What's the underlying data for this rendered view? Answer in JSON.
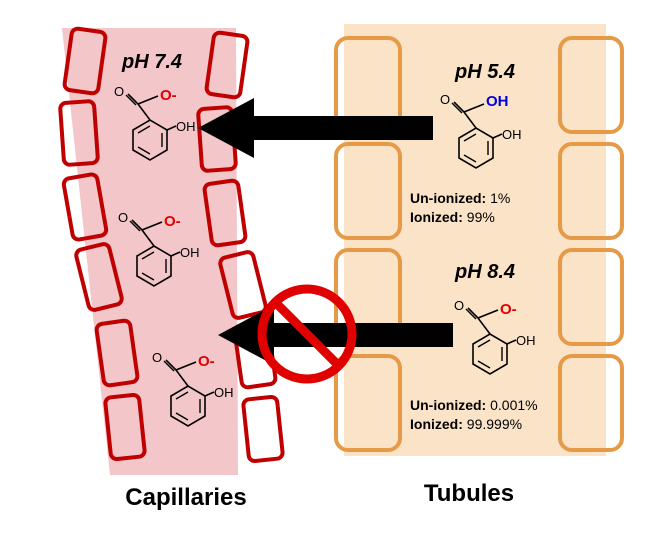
{
  "colors": {
    "capillary_fill": "#f3c6ca",
    "capillary_cell": "#c00000",
    "tubule_fill": "#fbe3c8",
    "tubule_cell": "#e69a48",
    "ion_red": "#e00000",
    "acid_blue": "#0000e0",
    "arrow": "#000000",
    "block_sign": "#e00000"
  },
  "capillaries": {
    "ph_label": "pH 7.4",
    "caption": "Capillaries",
    "molecules": [
      {
        "carboxyl": "O",
        "charge_label": "O-",
        "hydroxyl": "OH"
      },
      {
        "carboxyl": "O",
        "charge_label": "O-",
        "hydroxyl": "OH"
      },
      {
        "carboxyl": "O",
        "charge_label": "O-",
        "hydroxyl": "OH"
      }
    ]
  },
  "tubules": {
    "caption": "Tubules",
    "compartments": [
      {
        "ph_label": "pH 5.4",
        "molecule": {
          "carboxyl": "O",
          "acid_label": "OH",
          "hydroxyl": "OH"
        },
        "unionized_label": "Un-ionized:",
        "unionized_value": " 1%",
        "ionized_label": "Ionized:",
        "ionized_value": " 99%"
      },
      {
        "ph_label": "pH 8.4",
        "molecule": {
          "carboxyl": "O",
          "charge_label": "O-",
          "hydroxyl": "OH"
        },
        "unionized_label": "Un-ionized:",
        "unionized_value": " 0.001%",
        "ionized_label": "Ionized:",
        "ionized_value": " 99.999%"
      }
    ]
  },
  "icons": {
    "transport_arrow": "arrow-left-icon",
    "blocked": "prohibited-icon"
  }
}
